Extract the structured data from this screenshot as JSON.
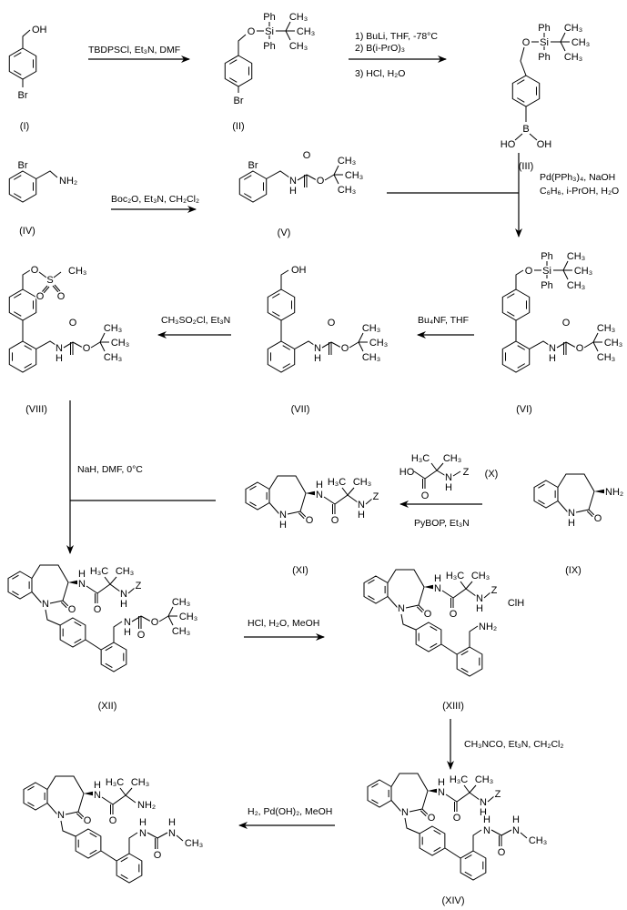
{
  "compounds": {
    "I": "(I)",
    "II": "(II)",
    "III": "(III)",
    "IV": "(IV)",
    "V": "(V)",
    "VI": "(VI)",
    "VII": "(VII)",
    "VIII": "(VIII)",
    "IX": "(IX)",
    "X": "(X)",
    "XI": "(XI)",
    "XII": "(XII)",
    "XIII": "(XIII)",
    "XIV": "(XIV)"
  },
  "reagents": {
    "step1": "TBDPSCl, Et₃N, DMF",
    "step2_line1": "1) BuLi, THF, -78°C",
    "step2_line2": "2) B(i-PrO)₃",
    "step2_line3": "3) HCl, H₂O",
    "step3": "Boc₂O, Et₃N, CH₂Cl₂",
    "step4_line1": "Pd(PPh₃)₄, NaOH",
    "step4_line2": "C₆H₆, i-PrOH, H₂O",
    "step5": "Bu₄NF, THF",
    "step6": "CH₃SO₂Cl, Et₃N",
    "step7": "NaH, DMF, 0°C",
    "step8": "PyBOP, Et₃N",
    "step9": "HCl, H₂O, MeOH",
    "step10": "CH₃NCO, Et₃N, CH₂Cl₂",
    "step11": "H₂, Pd(OH)₂, MeOH"
  },
  "atoms": {
    "OH": "OH",
    "HO": "HO",
    "Br": "Br",
    "O": "O",
    "Si": "Si",
    "Ph": "Ph",
    "B": "B",
    "NH2": "NH₂",
    "N": "N",
    "H": "H",
    "S": "S",
    "Z": "Z",
    "CH3": "CH₃",
    "H3C": "H₃C",
    "ClH": "ClH"
  }
}
